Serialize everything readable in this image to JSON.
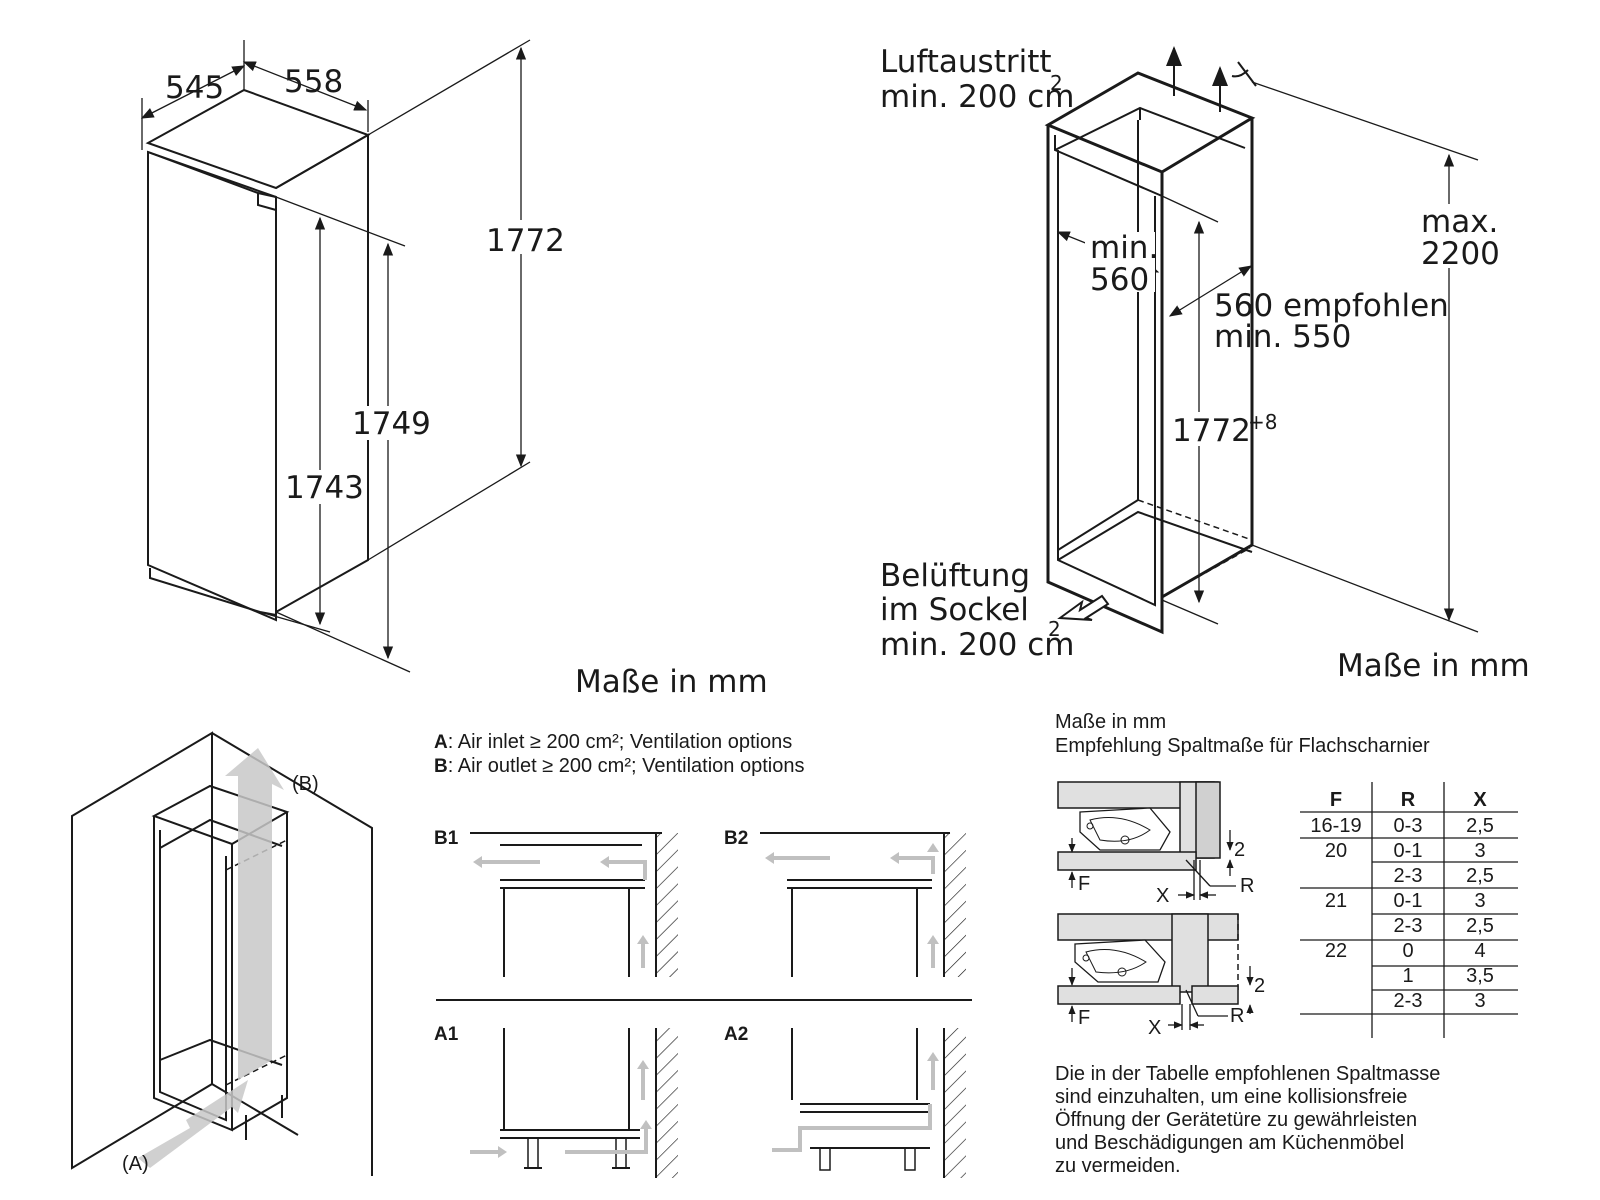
{
  "fig1": {
    "dims": {
      "d545": "545",
      "d558": "558",
      "d1772": "1772",
      "d1749": "1749",
      "d1743": "1743"
    },
    "units_label": "Maße in mm"
  },
  "fig2": {
    "air_out_line1": "Luftaustritt",
    "air_out_line2": "min. 200 cm",
    "air_out_sup": "2",
    "min560_line1": "min.",
    "min560_line2": "560",
    "depth_line1": "560 empfohlen",
    "depth_line2": "min. 550",
    "height_main": "1772",
    "height_sup": "+8",
    "max_line1": "max.",
    "max_line2": "2200",
    "vent_line1": "Belüftung",
    "vent_line2": "im Sockel",
    "vent_line3": "min. 200 cm",
    "vent_sup": "2",
    "units_label": "Maße in mm"
  },
  "fig3": {
    "label_a": "(A)",
    "label_b": "(B)"
  },
  "fig4": {
    "legend_a_key": "A",
    "legend_a_text": ": Air inlet ≥ 200 cm²; Ventilation options",
    "legend_b_key": "B",
    "legend_b_text": ": Air outlet ≥ 200 cm²; Ventilation options",
    "panels": [
      "B1",
      "B2",
      "A1",
      "A2"
    ]
  },
  "fig5": {
    "title_line1": "Maße in mm",
    "title_line2": "Empfehlung Spaltmaße für Flachscharnier",
    "hinge_labels": {
      "two": "2",
      "f": "F",
      "x": "X",
      "r": "R"
    },
    "table": {
      "headers": [
        "F",
        "R",
        "X"
      ],
      "rows": [
        [
          "16-19",
          "0-3",
          "2,5"
        ],
        [
          "20",
          "0-1",
          "3"
        ],
        [
          "",
          "2-3",
          "2,5"
        ],
        [
          "21",
          "0-1",
          "3"
        ],
        [
          "",
          "2-3",
          "2,5"
        ],
        [
          "22",
          "0",
          "4"
        ],
        [
          "",
          "1",
          "3,5"
        ],
        [
          "",
          "2-3",
          "3"
        ]
      ]
    },
    "note": [
      "Die in der Tabelle empfohlenen Spaltmasse",
      "sind einzuhalten, um eine kollisionsfreie",
      "Öffnung der Gerätetüre zu gewährleisten",
      "und Beschädigungen am Küchenmöbel",
      "zu vermeiden."
    ]
  }
}
